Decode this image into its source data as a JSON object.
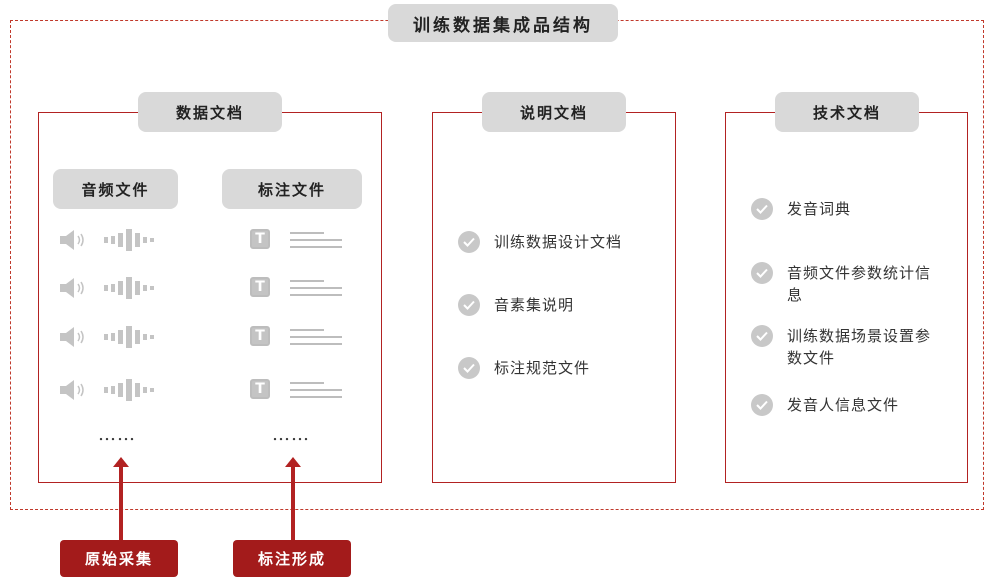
{
  "title": "训练数据集成品结构",
  "data_doc": {
    "label": "数据文档",
    "audio_label": "音频文件",
    "anno_label": "标注文件",
    "ellipsis_left": "……",
    "ellipsis_right": "……"
  },
  "desc_doc": {
    "label": "说明文档",
    "items": [
      "训练数据设计文档",
      "音素集说明",
      "标注规范文件"
    ]
  },
  "tech_doc": {
    "label": "技术文档",
    "items": [
      "发音词典",
      "音频文件参数统计信息",
      "训练数据场景设置参数文件",
      "发音人信息文件"
    ]
  },
  "bottom_labels": {
    "collect": "原始采集",
    "annotate": "标注形成"
  },
  "colors": {
    "accent": "#b22222",
    "label_bg": "#a31b1b",
    "tag_bg": "#d9d9d9",
    "icon_gray": "#c4c4c4"
  }
}
